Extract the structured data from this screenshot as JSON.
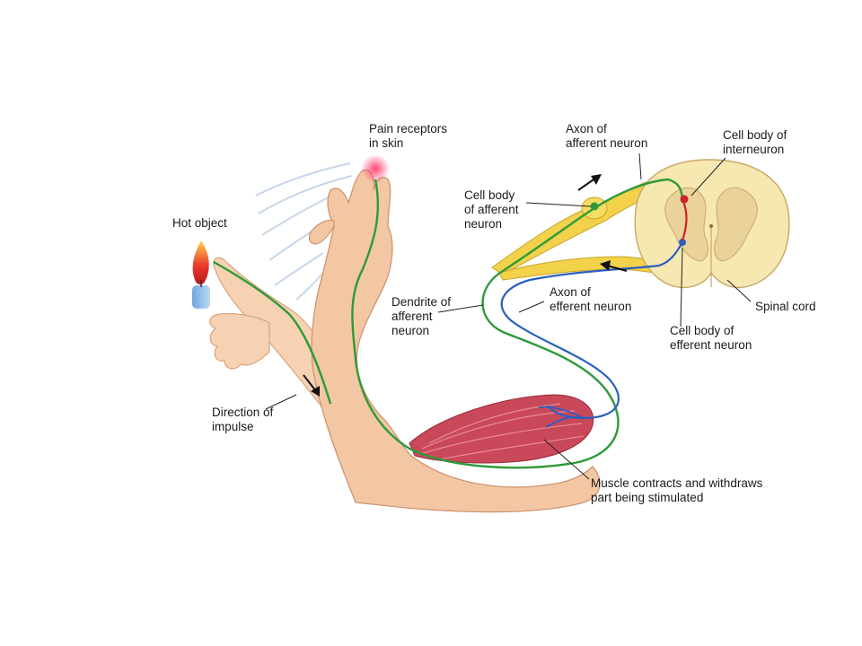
{
  "labels": {
    "pain_receptors": [
      "Pain receptors",
      "in skin"
    ],
    "hot_object": [
      "Hot object"
    ],
    "axon_afferent": [
      "Axon of",
      "afferent neuron"
    ],
    "cell_body_interneuron": [
      "Cell body of",
      "interneuron"
    ],
    "cell_body_afferent": [
      "Cell body",
      "of afferent",
      "neuron"
    ],
    "dendrite_afferent": [
      "Dendrite of",
      "afferent",
      "neuron"
    ],
    "axon_efferent": [
      "Axon of",
      "efferent neuron"
    ],
    "spinal_cord": [
      "Spinal cord"
    ],
    "cell_body_efferent": [
      "Cell body of",
      "efferent neuron"
    ],
    "direction_impulse": [
      "Direction of",
      "impulse"
    ],
    "muscle": [
      "Muscle contracts and withdraws",
      "part being stimulated"
    ]
  },
  "colors": {
    "afferent": "#2e9a3a",
    "efferent": "#2a5fc0",
    "interneuron": "#d0202a",
    "nerve": "#f2d24a",
    "skin": "#f3c7a3",
    "muscle": "#c9485a",
    "spinal_white": "#f7e7b0",
    "spinal_gray": "#ead39a"
  }
}
